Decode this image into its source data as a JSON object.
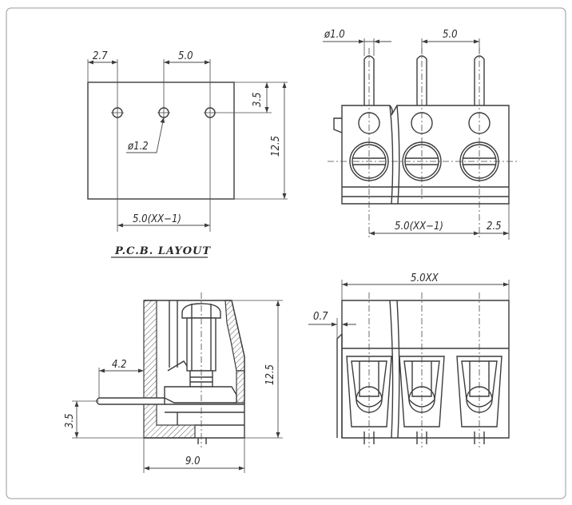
{
  "pcb_layout": {
    "title": "P.C.B. LAYOUT",
    "dim_left_offset": "2.7",
    "dim_pitch": "5.0",
    "dim_top_offset": "3.5",
    "dim_height": "12.5",
    "dim_hole_diameter": "ø1.2",
    "dim_span": "5.0(XX−1)"
  },
  "side_view_top": {
    "dim_pin_diameter": "ø1.0",
    "dim_pitch": "5.0",
    "dim_span": "5.0(XX−1)",
    "dim_end": "2.5"
  },
  "section_view": {
    "dim_pin_length": "4.2",
    "dim_height": "12.5",
    "dim_pin_height": "3.5",
    "dim_depth": "9.0"
  },
  "front_view": {
    "dim_total": "5.0XX",
    "dim_step": "0.7"
  }
}
